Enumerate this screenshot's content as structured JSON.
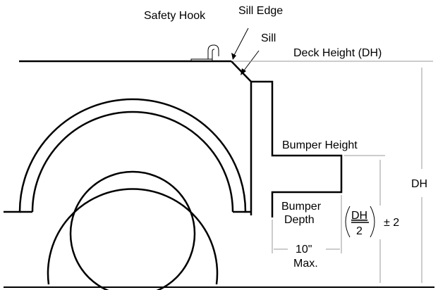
{
  "labels": {
    "safety_hook": "Safety Hook",
    "sill_edge": "Sill Edge",
    "sill": "Sill",
    "deck_height": "Deck Height (DH)",
    "bumper_height": "Bumper Height",
    "bumper_depth_line1": "Bumper",
    "bumper_depth_line2": "Depth",
    "dh": "DH",
    "formula_numerator": "DH",
    "formula_denominator": "2",
    "formula_tolerance": "± 2",
    "depth_value": "10\"",
    "depth_max": "Max."
  },
  "colors": {
    "line": "#000000",
    "dimension_line": "#9a9a9a",
    "background": "#ffffff"
  }
}
